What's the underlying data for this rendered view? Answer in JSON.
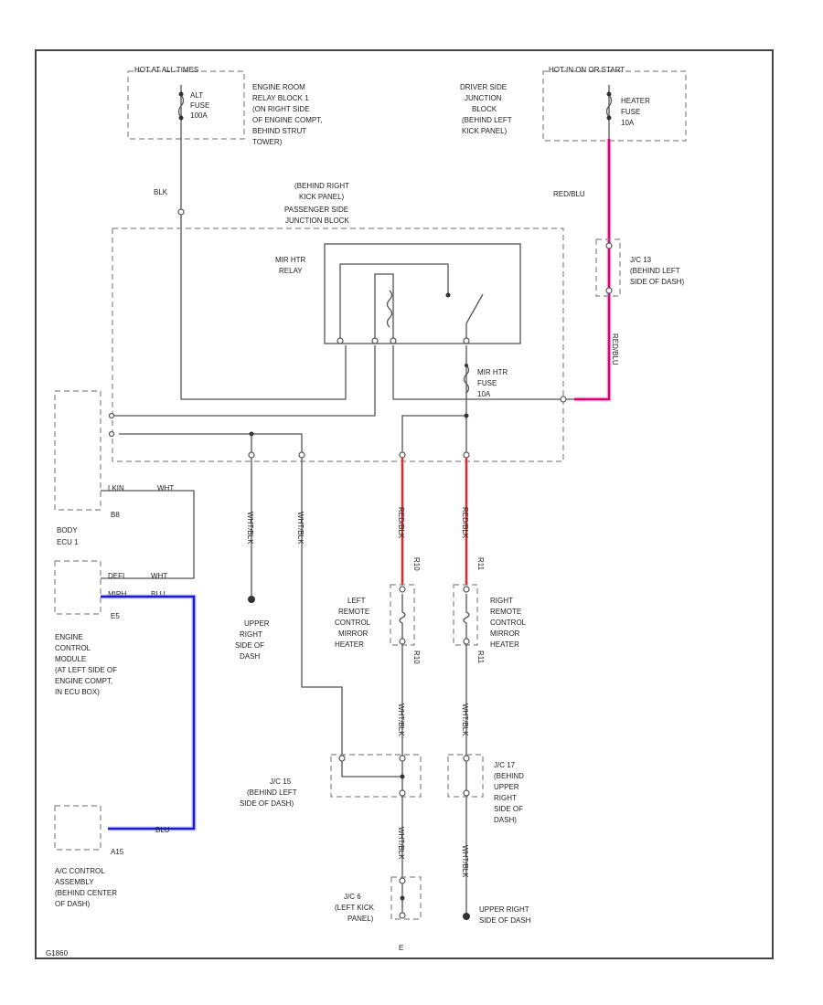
{
  "fuses": {
    "top_left_header": "HOT AT ALL TIMES",
    "alt_fuse": [
      "ALT",
      "FUSE",
      "100A"
    ],
    "top_right_header": "HOT IN ON OR START",
    "heater_fuse": [
      "HEATER",
      "FUSE",
      "10A"
    ],
    "mirror_fuse": [
      "MIR HTR",
      "FUSE",
      "10A"
    ]
  },
  "locations": {
    "engine_room_relay_block": [
      "ENGINE ROOM",
      "RELAY BLOCK 1",
      "(ON RIGHT SIDE",
      "OF ENGINE COMPT,",
      "BEHIND STRUT",
      "TOWER)"
    ],
    "driver_side_junction_block": [
      "DRIVER SIDE",
      "JUNCTION",
      "BLOCK",
      "(BEHIND LEFT",
      "KICK PANEL)"
    ],
    "passenger_junction_block": [
      "(BEHIND RIGHT",
      "KICK PANEL)",
      "PASSENGER SIDE",
      "JUNCTION BLOCK"
    ],
    "jc13": [
      "J/C 13",
      "(BEHIND LEFT",
      "SIDE OF DASH)"
    ],
    "jc15": [
      "J/C 15",
      "(BEHIND LEFT",
      "SIDE OF DASH)"
    ],
    "jc17": [
      "J/C 17",
      "(BEHIND",
      "UPPER",
      "RIGHT",
      "SIDE OF",
      "DASH)"
    ],
    "jc6": [
      "J/C 6",
      "(LEFT KICK",
      "PANEL)"
    ],
    "ground_upper_right_left": [
      "UPPER",
      "RIGHT",
      "SIDE OF",
      "DASH"
    ],
    "ground_upper_right_bottom": [
      "UPPER RIGHT",
      "SIDE OF DASH"
    ]
  },
  "components": {
    "mirror_relay": [
      "MIR HTR",
      "RELAY"
    ],
    "body_ecu": [
      "BODY",
      "ECU 1"
    ],
    "ecm": [
      "ENGINE",
      "CONTROL",
      "MODULE",
      "(AT LEFT SIDE OF",
      "ENGINE COMPT,",
      "IN ECU BOX)"
    ],
    "ac_control": [
      "A/C CONTROL",
      "ASSEMBLY",
      "(BEHIND CENTER",
      "OF DASH)"
    ],
    "left_mirror": [
      "LEFT",
      "REMOTE",
      "CONTROL",
      "MIRROR",
      "HEATER"
    ],
    "right_mirror": [
      "RIGHT",
      "REMOTE",
      "CONTROL",
      "MIRROR",
      "HEATER"
    ]
  },
  "wires": {
    "blk_top": "BLK",
    "red_blu": "RED/BLU",
    "red_blu_v": "RED/BLU",
    "body_ecu_top": "LKIN",
    "body_ecu_top_color": "WHT",
    "body_ecu_bottom": "DEFI",
    "body_ecu_bottom_color": "WHT",
    "ecm_pin": "MIRH",
    "ecm_color": "BLU",
    "ac_color": "BLU",
    "wht_blk_1": "WHT/BLK",
    "wht_blk_2": "WHT/BLK",
    "red_blk_left": "RED/BLK",
    "red_blk_right": "RED/BLK",
    "wht_blk_a": "WHT/BLK",
    "wht_blk_b": "WHT/BLK",
    "wht_blk_c": "WHT/BLK",
    "wht_blk_d": "WHT/BLK"
  },
  "connectors": {
    "b8": "B8",
    "e5": "E5",
    "a15": "A15",
    "r10a": "R10",
    "r10b": "R10",
    "r11a": "R11",
    "r11b": "R11",
    "ground_e": "E"
  },
  "footer_code": "G1860"
}
